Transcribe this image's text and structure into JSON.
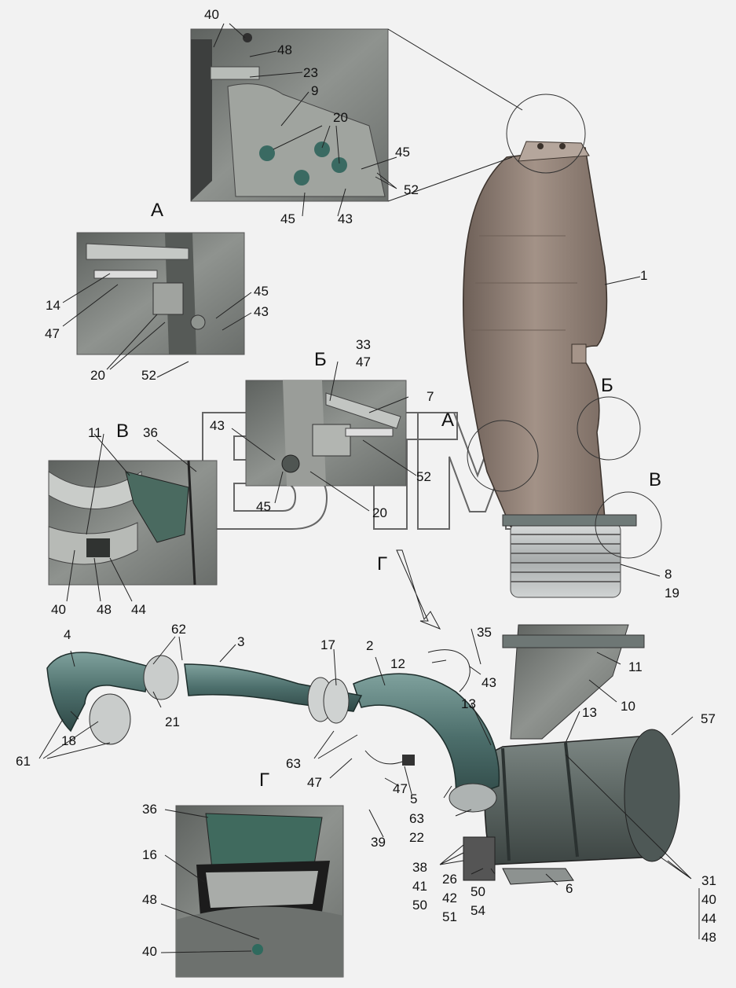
{
  "watermark": {
    "text": "ВТМ",
    "mark": "®"
  },
  "view_letters": [
    "А",
    "Б",
    "В",
    "Г",
    "Г",
    "А",
    "Б",
    "В"
  ],
  "labels": [
    "40",
    "48",
    "23",
    "9",
    "20",
    "45",
    "52",
    "45",
    "43",
    "14",
    "47",
    "45",
    "43",
    "20",
    "52",
    "33",
    "47",
    "7",
    "43",
    "52",
    "45",
    "20",
    "11",
    "36",
    "40",
    "48",
    "44",
    "1",
    "8",
    "19",
    "35",
    "12",
    "43",
    "11",
    "10",
    "13",
    "13",
    "57",
    "4",
    "62",
    "3",
    "17",
    "2",
    "21",
    "18",
    "61",
    "63",
    "47",
    "47",
    "5",
    "39",
    "63",
    "22",
    "38",
    "41",
    "50",
    "26",
    "42",
    "51",
    "50",
    "54",
    "6",
    "31",
    "40",
    "44",
    "48",
    "36",
    "16",
    "48",
    "40"
  ],
  "colors": {
    "duct": "#8f7f74",
    "hose": "#4f7370",
    "filter": "#5f6966",
    "panel": "#777b78"
  }
}
